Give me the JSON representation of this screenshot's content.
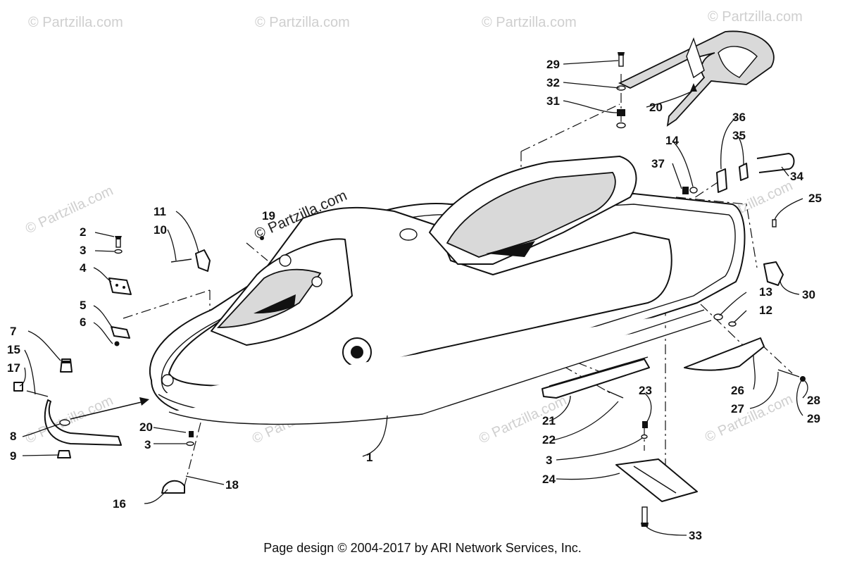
{
  "watermarks": {
    "light": "© Partzilla.com",
    "feature": "© Partzilla.com"
  },
  "callouts": [
    {
      "id": "c1",
      "text": "1"
    },
    {
      "id": "c2",
      "text": "2"
    },
    {
      "id": "c3a",
      "text": "3"
    },
    {
      "id": "c3b",
      "text": "3"
    },
    {
      "id": "c3c",
      "text": "3"
    },
    {
      "id": "c4",
      "text": "4"
    },
    {
      "id": "c5",
      "text": "5"
    },
    {
      "id": "c6",
      "text": "6"
    },
    {
      "id": "c7",
      "text": "7"
    },
    {
      "id": "c8",
      "text": "8"
    },
    {
      "id": "c9",
      "text": "9"
    },
    {
      "id": "c10",
      "text": "10"
    },
    {
      "id": "c11",
      "text": "11"
    },
    {
      "id": "c12",
      "text": "12"
    },
    {
      "id": "c13",
      "text": "13"
    },
    {
      "id": "c14",
      "text": "14"
    },
    {
      "id": "c15",
      "text": "15"
    },
    {
      "id": "c16",
      "text": "16"
    },
    {
      "id": "c17",
      "text": "17"
    },
    {
      "id": "c18",
      "text": "18"
    },
    {
      "id": "c19",
      "text": "19"
    },
    {
      "id": "c20a",
      "text": "20"
    },
    {
      "id": "c20b",
      "text": "20"
    },
    {
      "id": "c21",
      "text": "21"
    },
    {
      "id": "c22",
      "text": "22"
    },
    {
      "id": "c23",
      "text": "23"
    },
    {
      "id": "c24",
      "text": "24"
    },
    {
      "id": "c25",
      "text": "25"
    },
    {
      "id": "c26",
      "text": "26"
    },
    {
      "id": "c27",
      "text": "27"
    },
    {
      "id": "c28",
      "text": "28"
    },
    {
      "id": "c29a",
      "text": "29"
    },
    {
      "id": "c29b",
      "text": "29"
    },
    {
      "id": "c30",
      "text": "30"
    },
    {
      "id": "c31",
      "text": "31"
    },
    {
      "id": "c32",
      "text": "32"
    },
    {
      "id": "c33",
      "text": "33"
    },
    {
      "id": "c34",
      "text": "34"
    },
    {
      "id": "c35",
      "text": "35"
    },
    {
      "id": "c36",
      "text": "36"
    },
    {
      "id": "c37",
      "text": "37"
    }
  ],
  "footer": {
    "text": "Page design © 2004-2017 by ARI Network Services, Inc."
  }
}
